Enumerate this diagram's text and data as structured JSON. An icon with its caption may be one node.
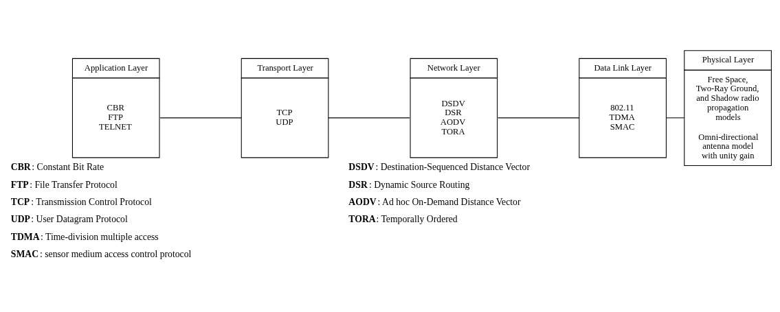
{
  "diagram": {
    "nodes": [
      {
        "text": [
          "Application Layer",
          "CBR",
          "FTP",
          "TELNET"
        ]
      },
      {
        "text": [
          "Transport Layer",
          "TCP",
          "UDP"
        ]
      },
      {
        "text": [
          "Network Layer",
          "DSDV",
          "DSR",
          "AODV",
          "TORA"
        ]
      },
      {
        "text": [
          "Data Link Layer",
          "802.11",
          "TDMA",
          "SMAC"
        ]
      },
      {
        "text": [
          "Physical Layer",
          "Free Space, Two-Ray Ground, and Shadow radio propagation models",
          "Omni-directional antenna model with unity gain"
        ]
      }
    ],
    "edges": [
      {
        "from": 0,
        "to": 1,
        "arrow": "none"
      },
      {
        "from": 1,
        "to": 2,
        "arrow": "none"
      },
      {
        "from": 2,
        "to": 3,
        "arrow": "none"
      },
      {
        "from": 3,
        "to": 4,
        "arrow": "none"
      }
    ],
    "labels": [
      "**CBR**: Constant Bit Rate",
      "**FTP**: File Transfer Protocol",
      "**TCP**: Transmission Control Protocol",
      "**UDP**: User Datagram Protocol",
      "**TDMA**: Time-division multiple access",
      "**SMAC**: sensor medium access control protocol",
      "**DSDV**: Destination-Sequenced Distance Vector",
      "**DSR**: Dynamic Source Routing",
      "**AODV**: Ad hoc On-Demand Distance Vector",
      "**TORA**: Temporally Ordered"
    ]
  }
}
